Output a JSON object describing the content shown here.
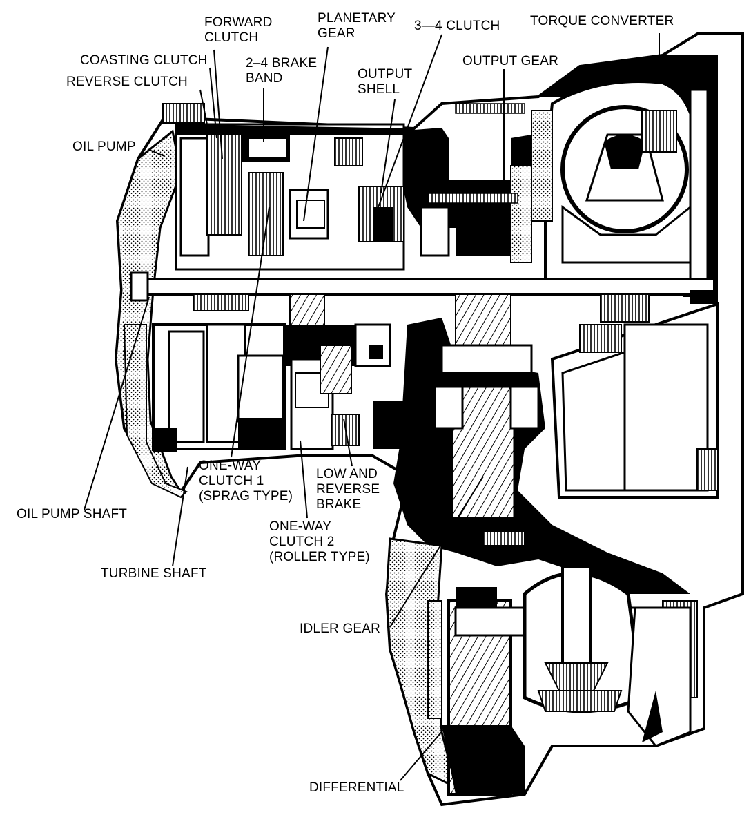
{
  "colors": {
    "ink": "#000000",
    "paper": "#ffffff",
    "stipple": "#9a9a9a"
  },
  "labels": {
    "forward_clutch": [
      "FORWARD",
      "CLUTCH"
    ],
    "planetary_gear": [
      "PLANETARY",
      "GEAR"
    ],
    "clutch_34": "3—4 CLUTCH",
    "torque_converter": "TORQUE CONVERTER",
    "coasting_clutch": "COASTING CLUTCH",
    "brake_band_24": [
      "2–4 BRAKE",
      "BAND"
    ],
    "output_gear": "OUTPUT GEAR",
    "output_shell": [
      "OUTPUT",
      "SHELL"
    ],
    "reverse_clutch": "REVERSE CLUTCH",
    "oil_pump": "OIL PUMP",
    "one_way_clutch_1": [
      "ONE-WAY",
      "CLUTCH 1",
      "(SPRAG TYPE)"
    ],
    "low_reverse_brake": [
      "LOW AND",
      "REVERSE",
      "BRAKE"
    ],
    "one_way_clutch_2": [
      "ONE-WAY",
      "CLUTCH 2",
      "(ROLLER TYPE)"
    ],
    "oil_pump_shaft": "OIL PUMP SHAFT",
    "turbine_shaft": "TURBINE SHAFT",
    "idler_gear": "IDLER GEAR",
    "differential": "DIFFERENTIAL"
  }
}
